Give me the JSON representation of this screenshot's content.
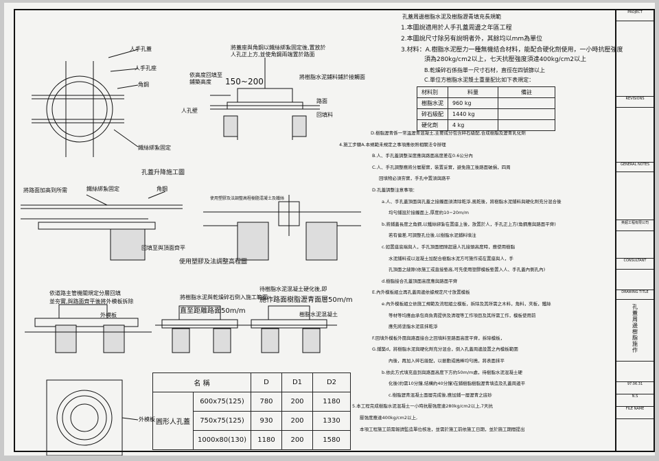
{
  "spec_title": "孔蓋周邊樹脂水泥及樹脂瀝青填充長規範",
  "spec_lines": [
    "1.本圖說適用於人手孔蓋周邊之年區工程",
    "2.本圖說尺寸除另有說明者外，其餘均以mm為單位",
    "3.材料：A.樹脂水泥壓力一種無機結合材料，能配合硬化劑使用，一小時抗壓強度",
    "須為280kg/cm2以上，七天抗壓強度須達400kg/cm2以上",
    "B.乾燥碎石係指單一尺寸石材，直徑在四號篩以上",
    "C.單位方樹脂水泥漿土重量配比如下表規定："
  ],
  "material_table": {
    "headers": [
      "材料別",
      "料量",
      "備註"
    ],
    "rows": [
      [
        "樹脂水泥",
        "960 kg",
        ""
      ],
      [
        "碎石級配",
        "1440 kg",
        ""
      ],
      [
        "硬化劑",
        "4 kg",
        ""
      ]
    ]
  },
  "spec_lines_2": [
    "D.樹脂瀝青係一常溫瀝青混凝土,主要成分包含碎石級配,合成樹脂及瀝青乳化劑",
    "4.施工步驟A.本規範未規定之事項應依照相關法令辦理",
    "B.人、手孔蓋調整深度應與路面高度差在0.6公分內",
    "C.人、手孔調整應將分層壓實，裝置妥實，避免施工後路面破損，四周",
    "回填物必須夯實，手孔中置須與路平",
    "D.孔蓋調整注意事項：",
    "a.人、手孔蓋頂面與孔蓋之接觸面須清除乾淨,風乾後，將樹脂水泥鋪料與硬化劑充分混合後",
    "均勻鋪設於接觸面上,厚度約10−20m/m",
    "b.將鋪蓋長度之角鋼,以鐵絲綁紮在置座上後，放置於人，手孔正上方(角鋼應與路面平齊)",
    "若有偏差,可調整孔位後,以樹脂水泥鋪料填注",
    "c.如置座底端與人，手孔頂面間隙超過人孔接頭高度時，應使用樹脂",
    "水泥鋪料或以混凝土加配合樹脂水泥方可施作或在置座與人，手",
    "孔頂面之縫隙(依施工或直接墊高,可先使用塑膠模板墊置入人、手孔蓋內側孔內)",
    "d.樹脂接合孔蓋頂面高度應與路面平齊",
    "E.內外模板組立再孔蓋周邊依據規定尺寸放置模板",
    "e.內外模板組立依施工規範及流程組立模板，拆除及其所需之木料，角料，夾板，鐵絲",
    "等材等均應由承包商負責提供及清理等工作項目及其所需工作，模板使用前",
    "應先將塗脂水泥區抹乾淨",
    "F.回填外模板外圍與路面接合之回填料至路面高度平齊，拆除模板，",
    "G.鋪築d，將樹脂水泥與硬化劑充分混合，倒入孔蓋周邊設置之內模板範圍",
    "內後，再加入碎石級配，以振動或搗棒均勻搗，將表面抹平",
    "b.依此方式填充直到與路面高度下方約50m/m處，待樹脂水泥混凝土硬",
    "化後(約需10分鐘,結構約40分鐘)在鋪樹脂樹脂瀝青填造及孔蓋周邊平",
    "c.樹脂瀝青混凝土面層完成後,應加鋪一層瀝青之底砂",
    "5.本工程完成樹脂水泥混凝土一小時抗壓強度達280kg/cm2以上,7天抗",
    "壓強度應達400kg/cm2以上,",
    "本項工程施工前需報請監造單位核准，並需於施工前依施工日期，並於施工期間提出"
  ],
  "diagram_labels": {
    "manhole_title": "孔蓋升降施工圖",
    "d1_hand_hole_cover": "人手孔蓋",
    "d1_hand_hole_seat": "人手孔座",
    "d1_angle": "角鋼",
    "d1_wire": "鐵絲綁紮固定",
    "d2_top": "將蓋座與角鋼以鐵絲綁紮固定後,置放於",
    "d2_top2": "人孔正上方,並使角鋼兩端置於路面",
    "d2_dim_label": "依高度回填至",
    "d2_dim_label2": "鋪築高度",
    "d2_dim": "150~200",
    "d2_resin": "將樹脂水泥鋪料鋪於接觸面",
    "d2_manhole": "人孔壁",
    "d2_road": "路面",
    "d2_backfill": "回填料",
    "d3_title": "使用塑膠及法調整高程圖",
    "d3_left": "將路面加高到所需",
    "d3_wire": "鐵絲綁紮固定",
    "d3_angle": "角鋼",
    "d3_fill": "回填至與頂面齊平",
    "d4_note": "使用塑膠及法調整高程樹脂混凝土及鐵絲",
    "d5_a": "依道路主管機關規定分層回填",
    "d5_b": "並夯實,與路面齊平後將外模板拆除",
    "d5_outer": "外模板",
    "d6_a": "將樹脂水泥與乾燥碎石倒入施工範圍",
    "d6_b": "直至距離路面50m/m",
    "d7_a": "待樹脂水泥混凝土硬化後,即",
    "d7_b": "施作路面樹脂瀝青面層50m/m",
    "d7_c": "樹脂水泥混凝土",
    "plan_outer": "外模板"
  },
  "dim_table": {
    "headers": [
      "名 稱",
      "",
      "D",
      "D1",
      "D2"
    ],
    "type_label": "圓形人孔蓋",
    "rows": [
      [
        "600x75(125)",
        "780",
        "200",
        "1180"
      ],
      [
        "750x75(125)",
        "930",
        "200",
        "1330"
      ],
      [
        "1000x80(130)",
        "1180",
        "200",
        "1580"
      ]
    ]
  },
  "title_block": {
    "project": "PROJECT",
    "revision": "REVISIONS",
    "general": "GENERAL NOTES",
    "company": "英超工程有限公司",
    "consultant": "CONSULTANT",
    "drawing_title": "DRAWING TITLE",
    "drawing_title_value": "孔蓋周邊樹脂施作",
    "date": "97.06.31",
    "scale": "N.S",
    "file": "FILE NAME"
  }
}
